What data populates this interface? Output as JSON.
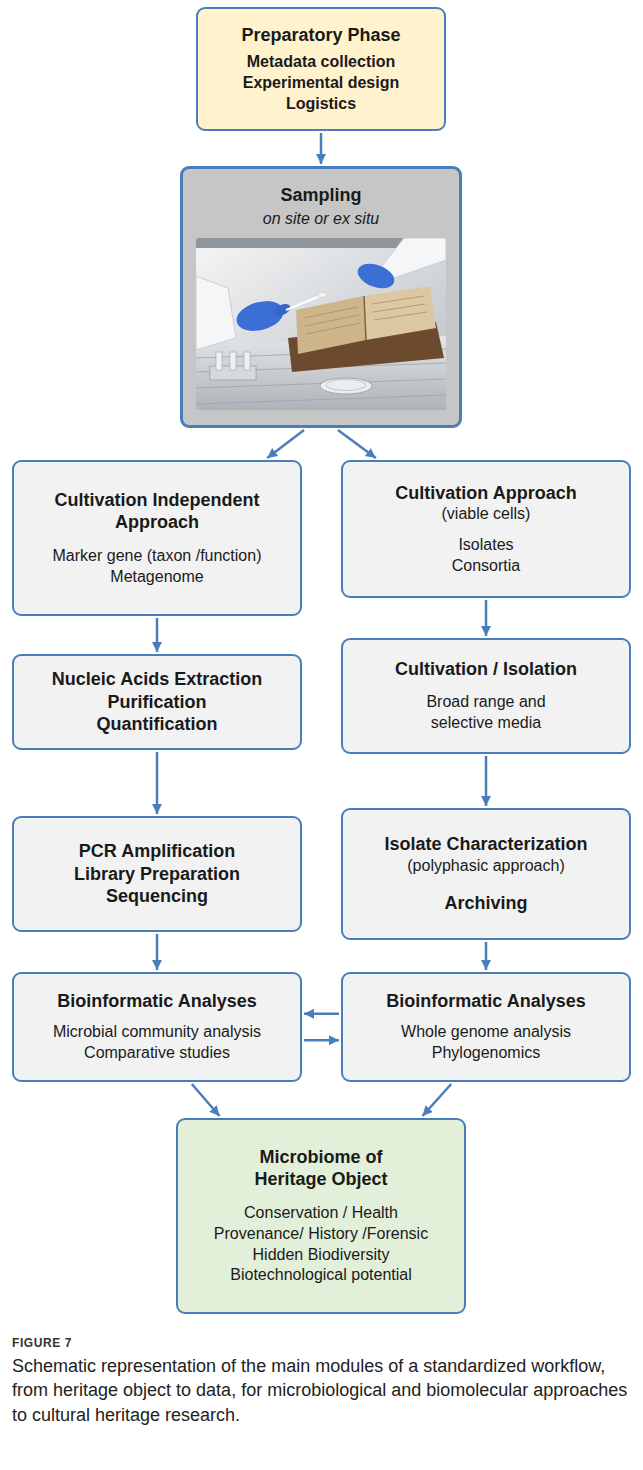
{
  "diagram": {
    "caption": "Schematic representation of the main modules of a standardized workflow, from heritage object to data, for microbiological and biomolecular approaches to cultural heritage research.",
    "nodes": [
      {
        "text": [
          "Preparatory Phase",
          "Metadata collection",
          "Experimental design",
          "Logistics"
        ]
      },
      {
        "text": [
          "Sampling",
          "on site or ex situ"
        ]
      },
      {
        "text": [
          "Cultivation Independent Approach",
          "Marker gene (taxon /function)",
          "Metagenome"
        ]
      },
      {
        "text": [
          "Cultivation Approach",
          "(viable cells)",
          "Isolates",
          "Consortia"
        ]
      },
      {
        "text": [
          "Nucleic Acids Extraction",
          "Purification",
          "Quantification"
        ]
      },
      {
        "text": [
          "Cultivation / Isolation",
          "Broad range and selective media"
        ]
      },
      {
        "text": [
          "PCR Amplification",
          "Library Preparation",
          "Sequencing"
        ]
      },
      {
        "text": [
          "Isolate Characterization",
          "(polyphasic approach)",
          "Archiving"
        ]
      },
      {
        "text": [
          "Bioinformatic Analyses",
          "Microbial community analysis",
          "Comparative studies"
        ]
      },
      {
        "text": [
          "Bioinformatic Analyses",
          "Whole genome analysis",
          "Phylogenomics"
        ]
      },
      {
        "text": [
          "Microbiome of Heritage Object",
          "Conservation / Health",
          "Provenance/ History /Forensic",
          "Hidden Biodiversity",
          "Biotechnological potential"
        ]
      }
    ],
    "edges": [
      {
        "from": 0,
        "to": 1,
        "arrow": "to"
      },
      {
        "from": 1,
        "to": 2,
        "arrow": "to"
      },
      {
        "from": 1,
        "to": 3,
        "arrow": "to"
      },
      {
        "from": 2,
        "to": 4,
        "arrow": "to"
      },
      {
        "from": 3,
        "to": 5,
        "arrow": "to"
      },
      {
        "from": 4,
        "to": 6,
        "arrow": "to"
      },
      {
        "from": 5,
        "to": 7,
        "arrow": "to"
      },
      {
        "from": 6,
        "to": 8,
        "arrow": "to"
      },
      {
        "from": 7,
        "to": 9,
        "arrow": "to"
      },
      {
        "from": 9,
        "to": 8,
        "arrow": "to"
      },
      {
        "from": 8,
        "to": 9,
        "arrow": "to"
      },
      {
        "from": 8,
        "to": 10,
        "arrow": "to"
      },
      {
        "from": 9,
        "to": 10,
        "arrow": "to"
      }
    ],
    "labels": [
      "FIGURE 7"
    ]
  }
}
